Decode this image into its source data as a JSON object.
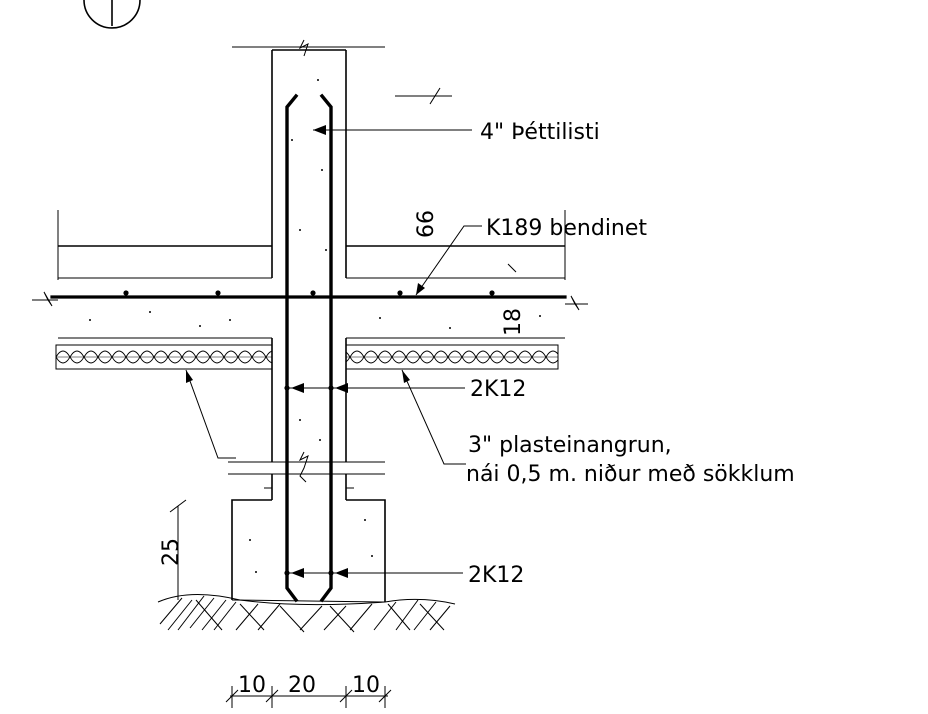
{
  "labels": {
    "sealer": "4\"  Þéttilisti",
    "mesh": "K189  bendinet",
    "rebar_mid": "2K12",
    "insulation_line1": "3\"  plasteinangrun,",
    "insulation_line2": "nái  0,5  m.  niður  með  sökklum",
    "rebar_bottom": "2K12"
  },
  "dimensions": {
    "slab_upper": "66",
    "slab_thickness": "18",
    "footing_height": "25",
    "footing_left": "10",
    "wall_width": "20",
    "footing_right": "10"
  }
}
